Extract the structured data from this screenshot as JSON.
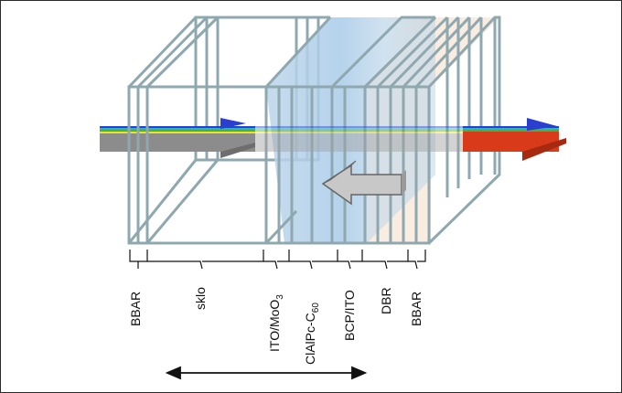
{
  "labels": {
    "bbar_left": "BBAR",
    "sklo": "sklo",
    "ito_moo3_main": "ITO/MoO",
    "ito_moo3_sub": "3",
    "clalpc_main": "ClAlPc-C",
    "clalpc_sub": "60",
    "bcp_ito": "BCP/ITO",
    "dbr": "DBR",
    "bbar_right": "BBAR"
  },
  "colors": {
    "frame": "#8fa8b0",
    "layer_blue": "#a9cbe8",
    "layer_peach": "#f4dcc6",
    "beam_gray": "#8c8c8c",
    "beam_red": "#d93a1a",
    "arrow_gray": "#c8c8c8"
  }
}
